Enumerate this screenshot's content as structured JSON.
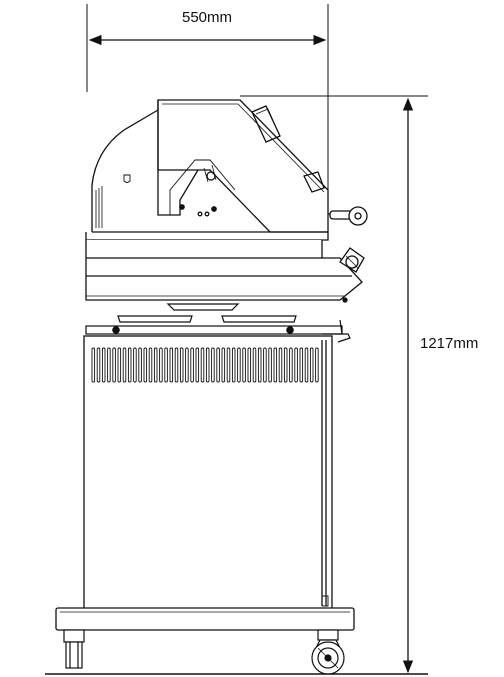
{
  "dimensions": {
    "width_label": "550mm",
    "height_label": "1217mm"
  },
  "colors": {
    "line": "#111111",
    "ground": "#111111",
    "background": "#ffffff"
  },
  "icons": {
    "arrow": "double-headed-arrow",
    "wheel": "caster-wheel-icon",
    "knob": "control-knob-icon"
  }
}
